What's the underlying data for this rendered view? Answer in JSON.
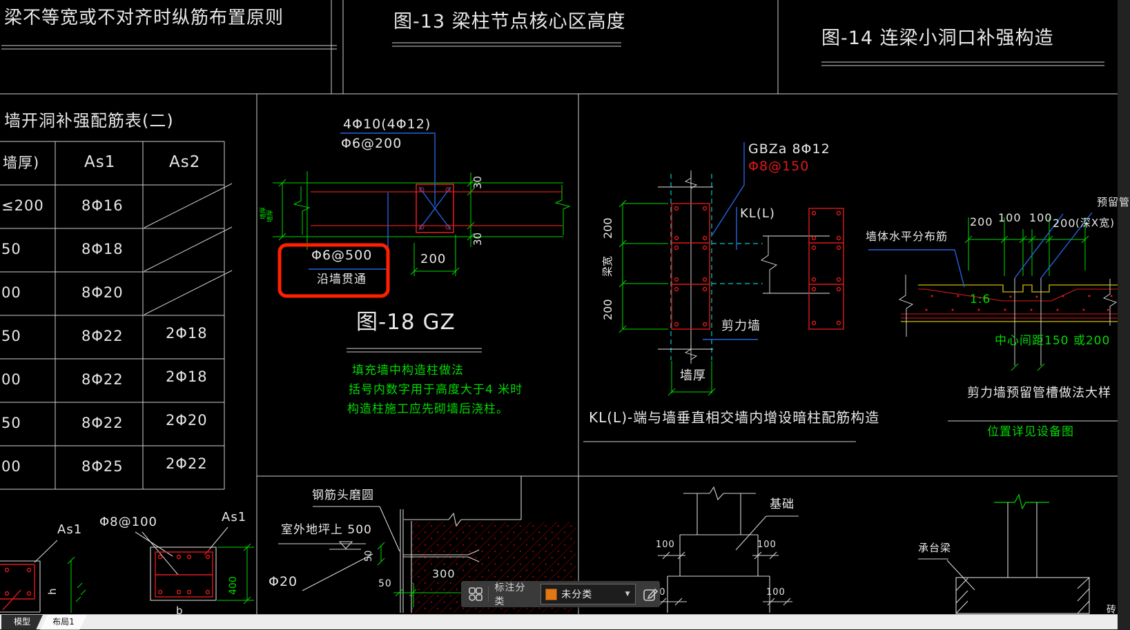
{
  "app": {
    "tabs": [
      {
        "label": "模型",
        "active": true
      },
      {
        "label": "布局1",
        "active": false
      }
    ],
    "toolbar": {
      "category_label": "标注分类",
      "dropdown_value": "未分类",
      "swatch_style": "background:#e07818;border:1px solid #8a4a0e;",
      "caret": "▼"
    }
  },
  "titles": {
    "top_left": "梁不等宽或不对齐时纵筋布置原则",
    "fig13": "图-13  梁柱节点核心区高度",
    "fig14": "图-14  连梁小洞口补强构造",
    "fig18": "图-18  GZ",
    "kl": "KL(L)-端与墙垂直相交墙内增设暗柱配筋构造",
    "sleeve": "剪力墙预留管槽做法大样",
    "sleeve_sub": "位置详见设备图"
  },
  "table": {
    "title": "墙开洞补强配筋表(二)",
    "headers": [
      "墙厚)",
      "As1",
      "As2"
    ],
    "rows": [
      {
        "t": "≤200",
        "as1": "8Φ16",
        "as2": ""
      },
      {
        "t": "50",
        "as1": "8Φ18",
        "as2": ""
      },
      {
        "t": "00",
        "as1": "8Φ20",
        "as2": ""
      },
      {
        "t": "50",
        "as1": "8Φ22",
        "as2": "2Φ18"
      },
      {
        "t": "00",
        "as1": "8Φ22",
        "as2": "2Φ18"
      },
      {
        "t": "50",
        "as1": "8Φ22",
        "as2": "2Φ20"
      },
      {
        "t": "00",
        "as1": "8Φ25",
        "as2": "2Φ22"
      }
    ]
  },
  "gz": {
    "rebar": "4Φ10(4Φ12)",
    "stirrup": "Φ6@200",
    "dim_30_top": "30",
    "dim_30_bottom": "30",
    "dim_200": "200",
    "highlight": "Φ6@500",
    "highlight_sub": "沿墙贯通",
    "side_note": "墙厚",
    "notes": [
      "填充墙中构造柱做法",
      "括号内数字用于高度大于4 米时",
      "构造柱施工应先砌墙后浇柱。"
    ]
  },
  "kl": {
    "gbz": "GBZa 8Φ12",
    "stirrup": "Φ8@150",
    "beam": "KL(L)",
    "wall": "剪力墙",
    "thickness": "墙厚",
    "dim_top": "200",
    "dim_mid": "梁宽",
    "dim_bottom": "200"
  },
  "sleeve": {
    "rebar": "墙体水平分布筋",
    "dim_200_l": "200",
    "dim_100_l": "100",
    "dim_100_r": "100",
    "dim_200_r": "200",
    "reserved": "预留管",
    "reserved_size": "(深X宽)",
    "slope": "1:6",
    "spacing": "中心间距150 或200"
  },
  "column": {
    "as1_left": "As1",
    "as1_right": "As1",
    "stirrup": "Φ8@100",
    "dim_h": "h",
    "dim_400": "400",
    "dim_b": "b"
  },
  "ground": {
    "note_grind": "钢筋头磨圆",
    "note_level": "室外地坪上 500",
    "bar": "Φ20",
    "dim_50_v": "50",
    "dim_50_h": "50",
    "dim_300": "300"
  },
  "foundation": {
    "label": "基础",
    "dim_top_left": "100",
    "dim_top_right": "100",
    "dim_bottom_left": "00",
    "dim_bottom_right": "100",
    "beam": "承台梁",
    "edge_partial": "砖"
  },
  "colors": {
    "green": "#00db00",
    "red": "#df1a1a",
    "blue": "#2465e0",
    "cyan": "#00cccc",
    "yellow": "#ad9e00",
    "markup": "#ff2000",
    "swatch": "#e07818"
  }
}
